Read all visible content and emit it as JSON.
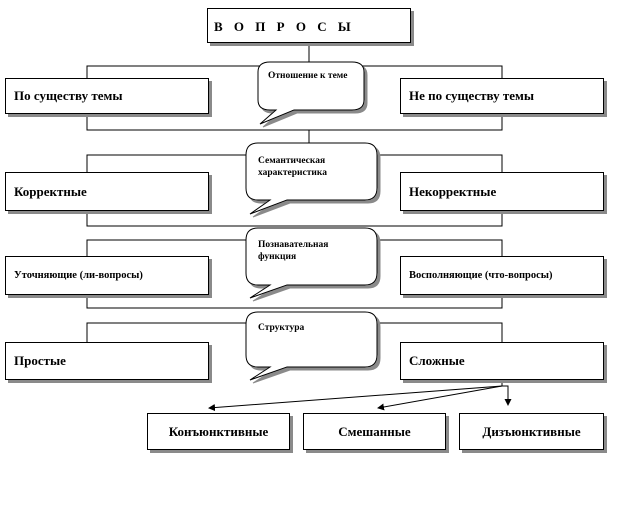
{
  "title": "В О П Р О С Ы",
  "criteria": {
    "relation": "Отношение к теме",
    "semantic": "Семантическая характеристика",
    "cognitive": "Познавательная функция",
    "structure": "Структура"
  },
  "rows": {
    "relation": {
      "left": "По существу темы",
      "right": "Не по существу темы"
    },
    "semantic": {
      "left": "Корректные",
      "right": "Некорректные"
    },
    "cognitive": {
      "left": "Уточняющие (ли-вопросы)",
      "right": "Восполняющие (что-вопросы)"
    },
    "structure": {
      "left": "Простые",
      "right": "Сложные"
    }
  },
  "complex_types": [
    "Конъюнктивные",
    "Смешанные",
    "Дизъюнктивные"
  ]
}
